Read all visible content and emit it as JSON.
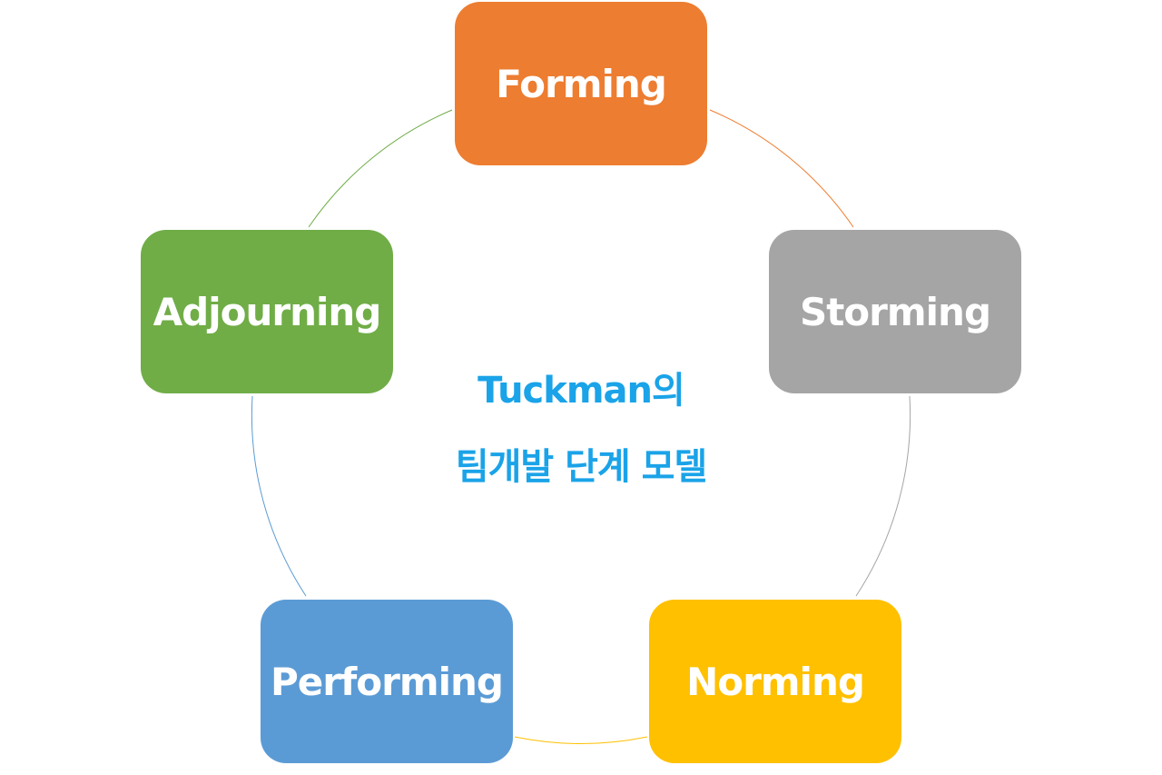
{
  "diagram": {
    "type": "cycle",
    "title_lines": [
      "Tuckman의",
      "팀개발 단계 모델"
    ],
    "title_color": "#1aa3e8",
    "stages": [
      {
        "key": "forming",
        "label": "Forming",
        "color": "#ed7d31"
      },
      {
        "key": "storming",
        "label": "Storming",
        "color": "#a5a5a5"
      },
      {
        "key": "norming",
        "label": "Norming",
        "color": "#ffc000"
      },
      {
        "key": "performing",
        "label": "Performing",
        "color": "#5b9bd5"
      },
      {
        "key": "adjourning",
        "label": "Adjourning",
        "color": "#70ad47"
      }
    ]
  }
}
